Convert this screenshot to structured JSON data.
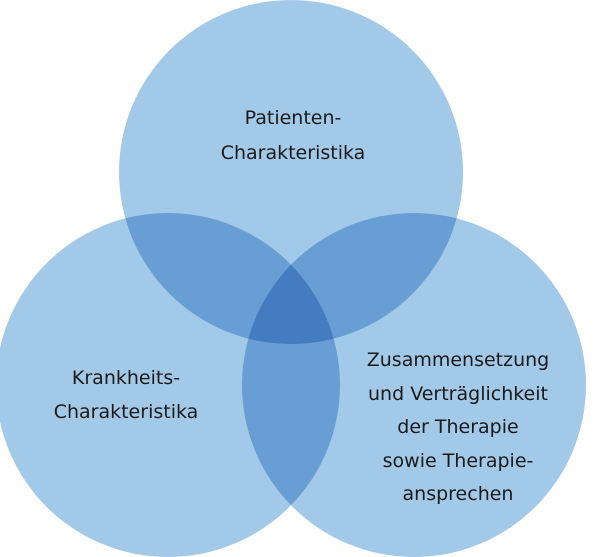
{
  "diagram": {
    "type": "venn",
    "circle_color": "#a3c9e8",
    "sets": [
      {
        "id": "patient",
        "label_lines": [
          "Patienten-",
          "Charakteristika"
        ]
      },
      {
        "id": "disease",
        "label_lines": [
          "Krankheits-",
          "Charakteristika"
        ]
      },
      {
        "id": "therapy",
        "label_lines": [
          "Zusammensetzung",
          "und Verträglichkeit",
          "der Therapie",
          "sowie Therapie-",
          "ansprechen"
        ]
      }
    ]
  }
}
